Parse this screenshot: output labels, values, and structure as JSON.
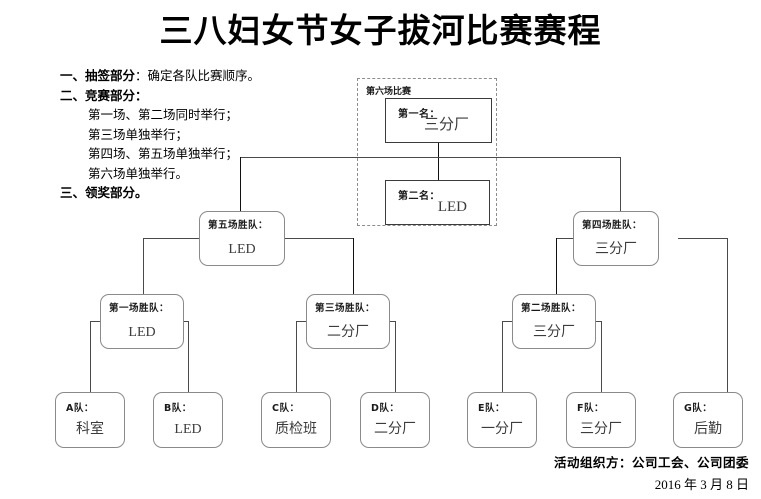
{
  "title": "三八妇女节女子拔河比赛赛程",
  "notes": [
    {
      "level": 1,
      "head": "一、抽签部分",
      "tail": "：确定各队比赛顺序。"
    },
    {
      "level": 1,
      "head": "二、竞赛部分：",
      "tail": ""
    },
    {
      "level": 2,
      "head": "",
      "tail": "第一场、第二场同时举行；"
    },
    {
      "level": 2,
      "head": "",
      "tail": "第三场单独举行；"
    },
    {
      "level": 2,
      "head": "",
      "tail": "第四场、第五场单独举行；"
    },
    {
      "level": 2,
      "head": "",
      "tail": "第六场单独举行。"
    },
    {
      "level": 1,
      "head": "三、领奖部分。",
      "tail": ""
    }
  ],
  "final_group": {
    "label": "第六场比赛",
    "first": {
      "label": "第一名：",
      "value": "三分厂"
    },
    "second": {
      "label": "第二名：",
      "value": "LED"
    }
  },
  "semis": [
    {
      "label": "第五场胜队：",
      "value": "LED"
    },
    {
      "label": "第四场胜队：",
      "value": "三分厂"
    }
  ],
  "quarters": [
    {
      "label": "第一场胜队：",
      "value": "LED"
    },
    {
      "label": "第三场胜队：",
      "value": "二分厂"
    },
    {
      "label": "第二场胜队：",
      "value": "三分厂"
    }
  ],
  "teams": [
    {
      "label": "A队：",
      "value": "科室"
    },
    {
      "label": "B队：",
      "value": "LED"
    },
    {
      "label": "C队：",
      "value": "质检班"
    },
    {
      "label": "D队：",
      "value": "二分厂"
    },
    {
      "label": "E队：",
      "value": "一分厂"
    },
    {
      "label": "F队：",
      "value": "三分厂"
    },
    {
      "label": "G队：",
      "value": "后勤"
    }
  ],
  "footer": {
    "organizer": "活动组织方：公司工会、公司团委",
    "date": "2016 年 3 月 8 日"
  },
  "colors": {
    "box_border": "#8a8a8a",
    "final_border": "#3b3b3b",
    "connector": "#4a4a4a",
    "text": "#000000",
    "value_text": "#3c3c3c"
  }
}
